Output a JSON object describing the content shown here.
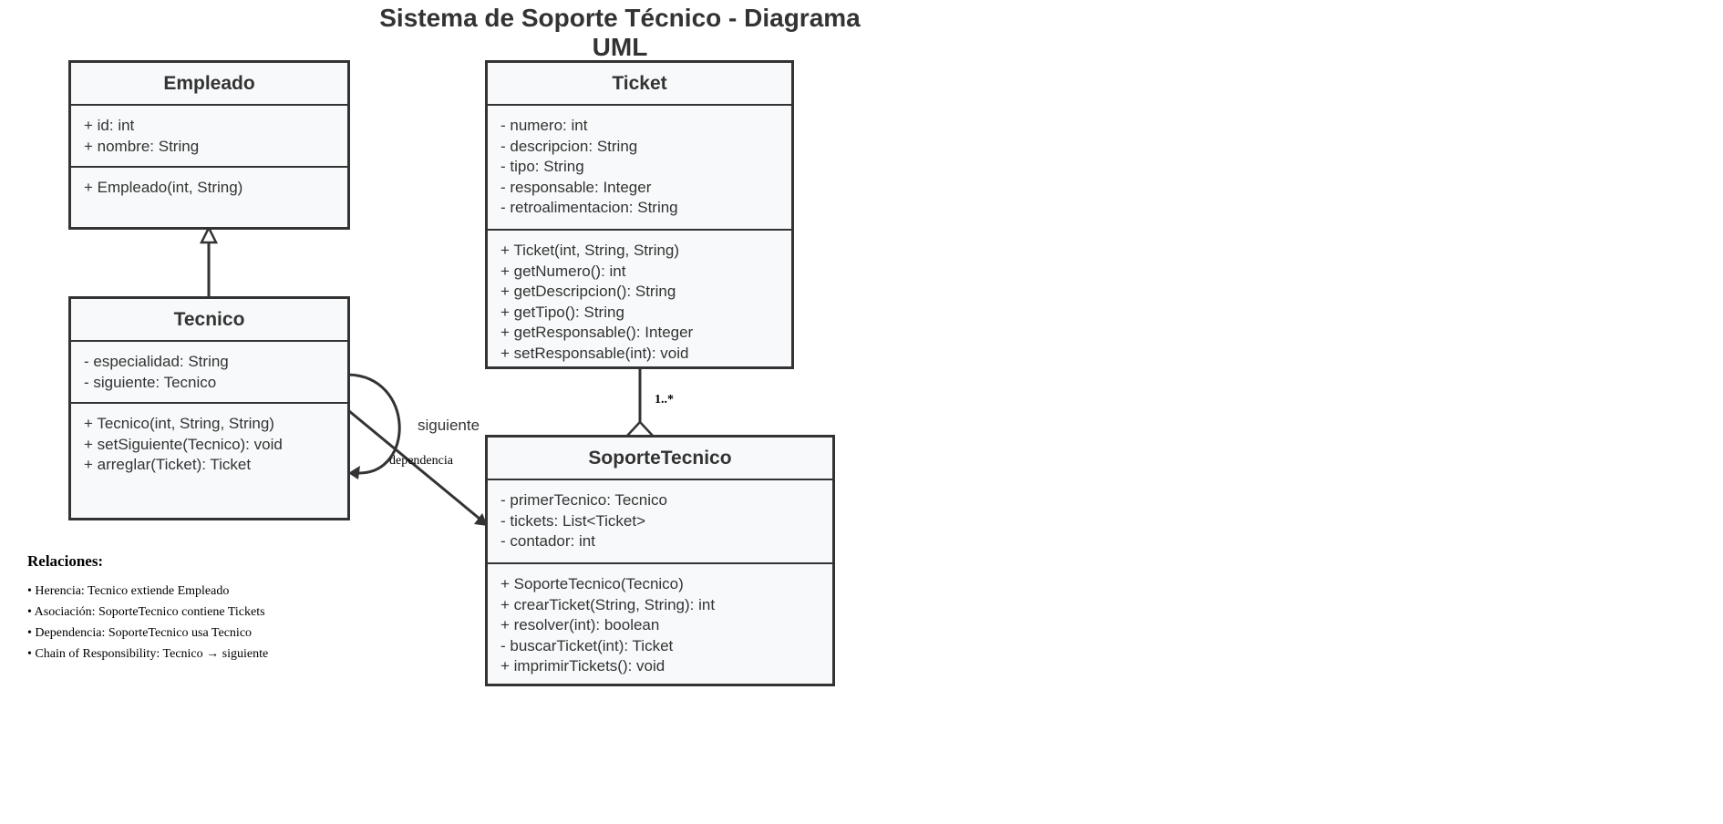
{
  "title": "Sistema de Soporte Técnico - Diagrama UML",
  "classes": {
    "empleado": {
      "name": "Empleado",
      "attributes": [
        "+ id: int",
        "+ nombre: String"
      ],
      "methods": [
        "+ Empleado(int, String)"
      ]
    },
    "tecnico": {
      "name": "Tecnico",
      "attributes": [
        "- especialidad: String",
        "- siguiente: Tecnico"
      ],
      "methods": [
        "+ Tecnico(int, String, String)",
        "+ setSiguiente(Tecnico): void",
        "+ arreglar(Ticket): Ticket"
      ]
    },
    "ticket": {
      "name": "Ticket",
      "attributes": [
        "- numero: int",
        "- descripcion: String",
        "- tipo: String",
        "- responsable: Integer",
        "- retroalimentacion: String"
      ],
      "methods": [
        "+ Ticket(int, String, String)",
        "+ getNumero(): int",
        "+ getDescripcion(): String",
        "+ getTipo(): String",
        "+ getResponsable(): Integer",
        "+ setResponsable(int): void"
      ]
    },
    "soporte": {
      "name": "SoporteTecnico",
      "attributes": [
        "- primerTecnico: Tecnico",
        "- tickets: List<Ticket>",
        "- contador: int"
      ],
      "methods": [
        "+ SoporteTecnico(Tecnico)",
        "+ crearTicket(String, String): int",
        "+ resolver(int): boolean",
        "- buscarTicket(int): Ticket",
        "+ imprimirTickets(): void"
      ]
    }
  },
  "relations": {
    "aggregation_multiplicity": "1..*",
    "self_assoc_label": "siguiente",
    "dependency_label": "dependencia"
  },
  "legend": {
    "title": "Relaciones:",
    "items": [
      "• Herencia: Tecnico extiende Empleado",
      "• Asociación: SoporteTecnico contiene Tickets",
      "• Dependencia: SoporteTecnico usa Tecnico",
      "• Chain of Responsibility: Tecnico → siguiente"
    ]
  },
  "colors": {
    "stroke": "#333333",
    "box_fill": "#f8f9fa"
  }
}
